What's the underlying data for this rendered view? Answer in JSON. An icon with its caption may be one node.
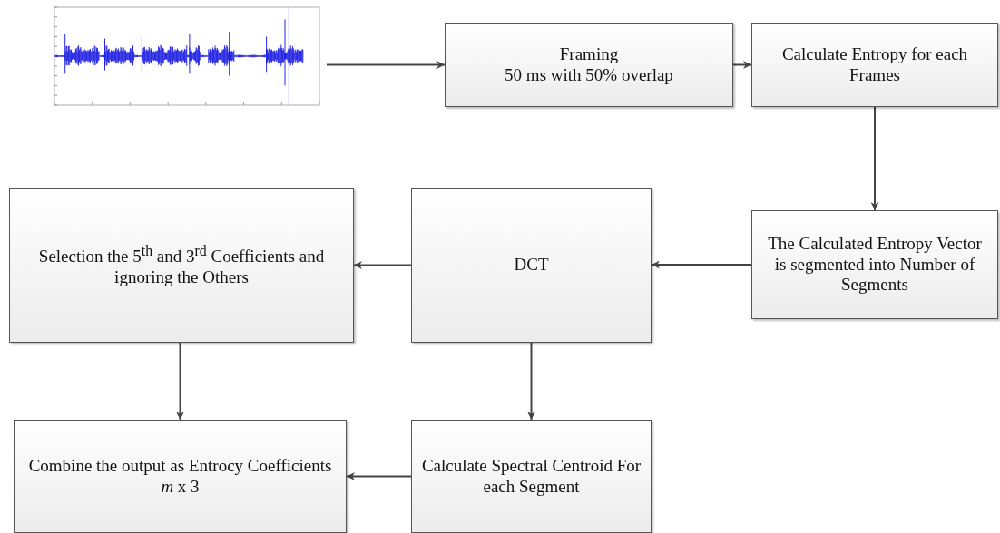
{
  "diagram": {
    "nodes": [
      {
        "text": [],
        "shape": "picture"
      },
      {
        "text": [
          "Framing",
          "50 ms with 50% overlap"
        ]
      },
      {
        "text": [
          "Calculate Entropy for each Frames"
        ]
      },
      {
        "text": [
          "The Calculated Entropy Vector is segmented into Number of Segments"
        ]
      },
      {
        "text": [
          "DCT"
        ]
      },
      {
        "text": [
          "Selection the 5$^{th}$ and 3$^{rd}$ Coefficients and ignoring the Others"
        ]
      },
      {
        "text": [
          "Calculate Spectral Centroid For each Segment"
        ]
      },
      {
        "text": [
          "Combine the output as Entrocy Coefficients *m* x 3"
        ]
      }
    ],
    "edges": [
      {
        "from": 0,
        "to": 1,
        "arrow": "to"
      },
      {
        "from": 1,
        "to": 2,
        "arrow": "to"
      },
      {
        "from": 2,
        "to": 3,
        "arrow": "to"
      },
      {
        "from": 3,
        "to": 4,
        "arrow": "to"
      },
      {
        "from": 4,
        "to": 5,
        "arrow": "to"
      },
      {
        "from": 5,
        "to": 7,
        "arrow": "to"
      },
      {
        "from": 4,
        "to": 6,
        "arrow": "to"
      },
      {
        "from": 6,
        "to": 7,
        "arrow": "to"
      }
    ]
  }
}
